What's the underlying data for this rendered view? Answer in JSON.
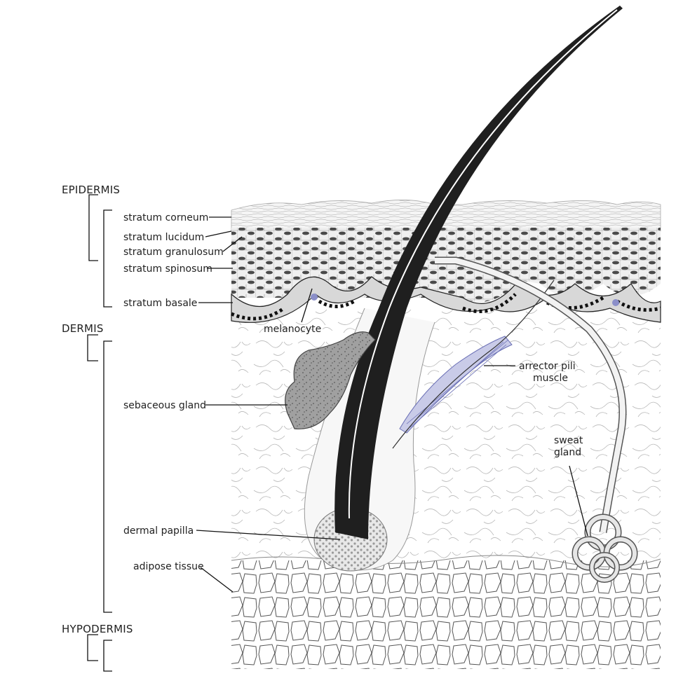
{
  "sections": {
    "epidermis": "EPIDERMIS",
    "dermis": "DERMIS",
    "hypodermis": "HYPODERMIS"
  },
  "labels": {
    "stratum_corneum": "stratum corneum",
    "stratum_lucidum": "stratum lucidum",
    "stratum_granulosum": "stratum granulosum",
    "stratum_spinosum": "stratum spinosum",
    "stratum_basale": "stratum basale",
    "melanocyte": "melanocyte",
    "sebaceous_gland": "sebaceous gland",
    "arrector_pili_line1": "arrector pili",
    "arrector_pili_line2": "muscle",
    "sweat_gland_line1": "sweat",
    "sweat_gland_line2": "gland",
    "dermal_papilla": "dermal papilla",
    "adipose_tissue": "adipose tissue"
  },
  "colors": {
    "outline": "#1a1a1a",
    "epidermis_cells": "#8a8a8a",
    "dermis_fibers": "#b5b5b5",
    "gland_fill": "#9a9a9a",
    "muscle": "#6a6fb5",
    "melanocyte": "#8b8fc9"
  }
}
